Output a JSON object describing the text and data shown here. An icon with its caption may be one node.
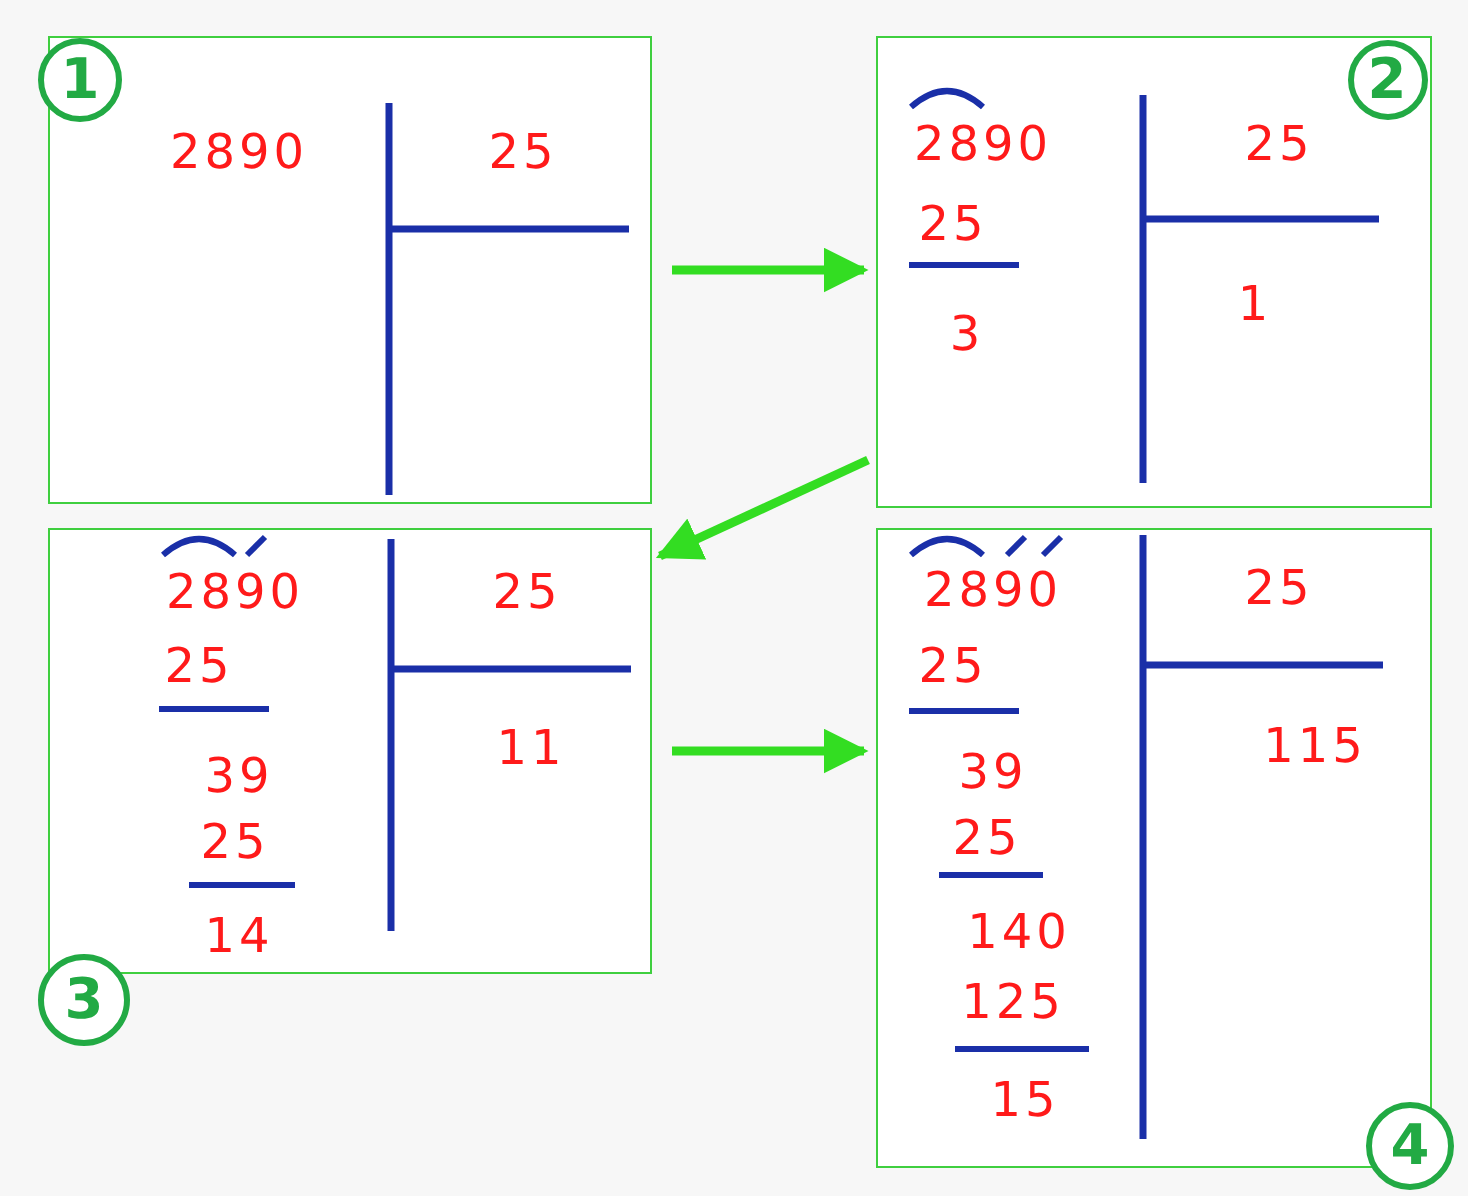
{
  "diagram": {
    "nodes": [
      {
        "text": [
          "2890",
          "25"
        ]
      },
      {
        "text": [
          "1"
        ]
      },
      {
        "text": [
          "2890",
          "25",
          "25",
          "1",
          "3"
        ]
      },
      {
        "text": [
          "2"
        ],
        "in": 2
      },
      {
        "text": [
          "2890",
          "25",
          "25",
          "11",
          "39",
          "25",
          "14"
        ]
      },
      {
        "text": [
          "3"
        ]
      },
      {
        "text": [
          "2890",
          "25",
          "25",
          "115",
          "39",
          "25",
          "140",
          "125",
          "15"
        ]
      },
      {
        "text": [
          "4"
        ]
      }
    ],
    "edges": [
      {
        "from": 0,
        "to": 2,
        "arrow": "to"
      },
      {
        "from": 2,
        "to": 4,
        "arrow": "to"
      },
      {
        "from": 4,
        "to": 6,
        "arrow": "to"
      }
    ]
  }
}
